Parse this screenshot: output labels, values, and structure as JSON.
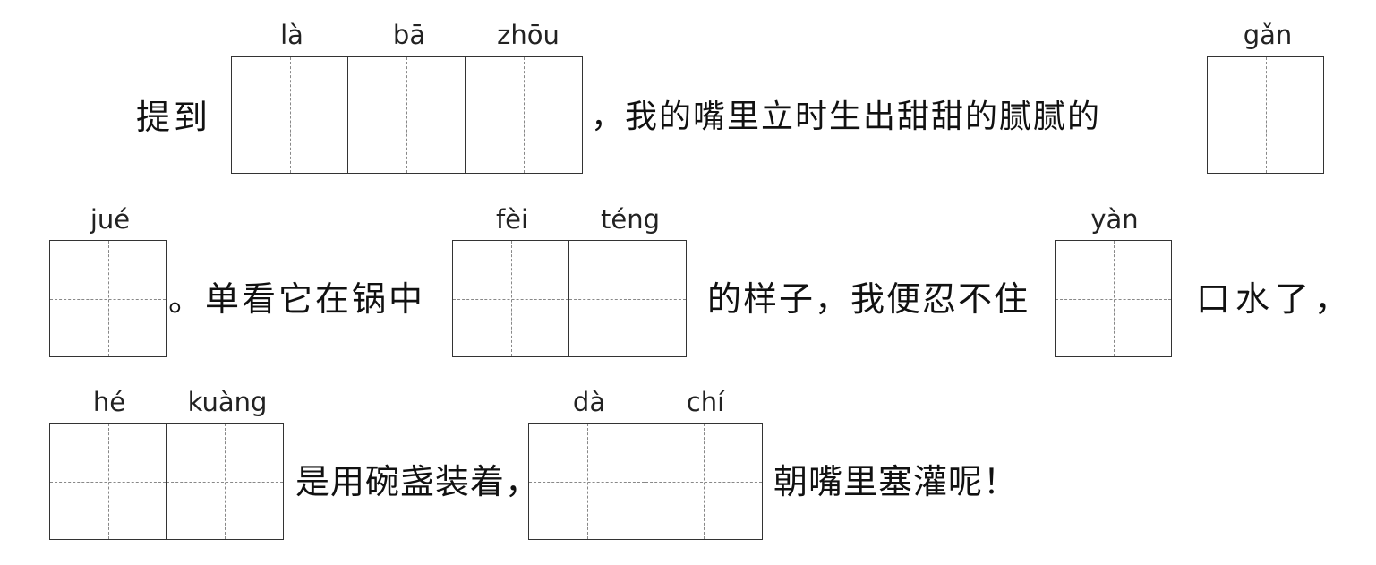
{
  "lines": [
    {
      "segments": [
        {
          "text": "提到"
        },
        {
          "blank": {
            "pinyin": [
              "là",
              "bā",
              "zhōu"
            ]
          }
        },
        {
          "text": "，我的嘴里立时生出甜甜的腻腻的"
        },
        {
          "blank": {
            "pinyin": [
              "gǎn"
            ]
          }
        }
      ]
    },
    {
      "segments": [
        {
          "blank": {
            "pinyin": [
              "jué"
            ]
          }
        },
        {
          "text": "。单看它在锅中"
        },
        {
          "blank": {
            "pinyin": [
              "fèi",
              "téng"
            ]
          }
        },
        {
          "text": "的样子，我便忍不住"
        },
        {
          "blank": {
            "pinyin": [
              "yàn"
            ]
          }
        },
        {
          "text": "口水了，"
        }
      ]
    },
    {
      "segments": [
        {
          "blank": {
            "pinyin": [
              "hé",
              "kuàng"
            ]
          }
        },
        {
          "text": "是用碗盏装着，"
        },
        {
          "blank": {
            "pinyin": [
              "dà",
              "chí"
            ]
          }
        },
        {
          "text": "朝嘴里塞灌呢！"
        }
      ]
    }
  ],
  "t": {
    "l1_a": "提到",
    "l1_b": "，我的嘴里立时生出甜甜的腻腻的",
    "l2_a": "。单看它在锅中",
    "l2_b": "的样子，我便忍不住",
    "l2_c": "口水了，",
    "l3_a": "是用碗盏装着，",
    "l3_b": "朝嘴里塞灌呢！"
  },
  "p": {
    "la": "là",
    "ba": "bā",
    "zhou": "zhōu",
    "gan": "gǎn",
    "jue": "jué",
    "fei": "fèi",
    "teng": "téng",
    "yan": "yàn",
    "he": "hé",
    "kuang": "kuàng",
    "da": "dà",
    "chi": "chí"
  }
}
